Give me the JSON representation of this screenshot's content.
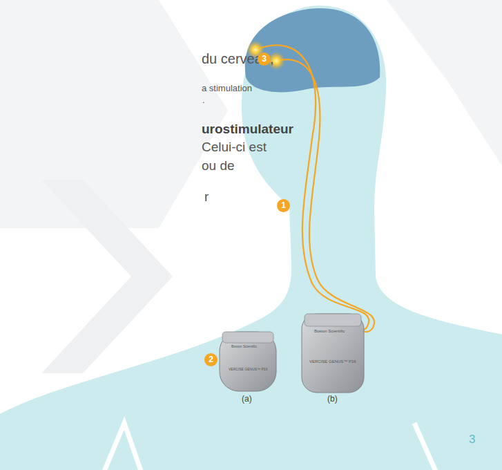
{
  "diagram": {
    "labels": [
      "du cerveau,",
      "a stimulation",
      ".",
      "urostimulateur",
      "Celui-ci est",
      "ou de",
      "r",
      "3",
      "1",
      "2",
      "Boston Scientific",
      "VERCISE GENUS™ P16",
      "Boston Scientific",
      "VERCISE GENUS™ P16",
      "(a)",
      "(b)",
      "3"
    ]
  }
}
